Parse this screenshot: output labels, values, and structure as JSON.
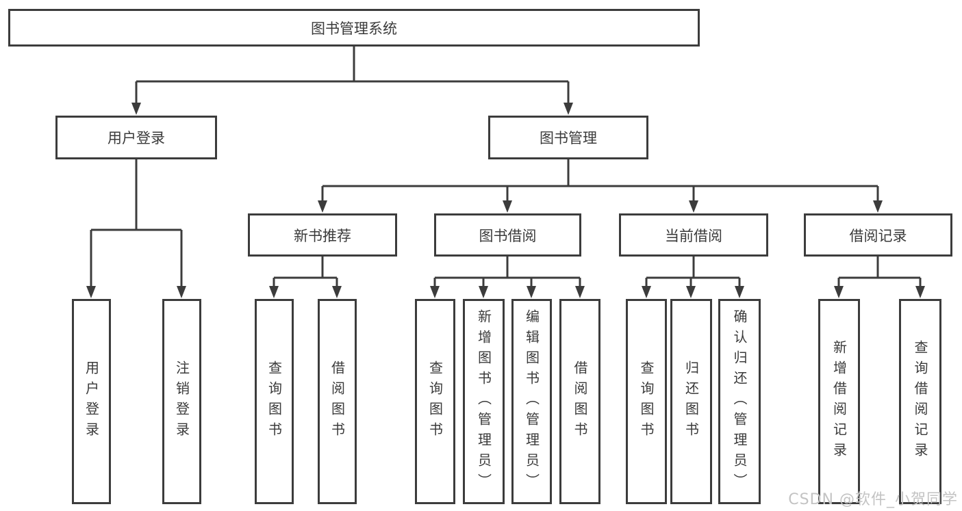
{
  "diagram": {
    "watermark": "CSDN @软件_小贺同学",
    "colors": {
      "line": "#3c3c3c",
      "text": "#3a3a3a",
      "watermark_text": "#c3c3c3",
      "background": "#ffffff"
    },
    "tree": {
      "label": "图书管理系统",
      "children": [
        {
          "label": "用户登录",
          "children": [
            {
              "label": "用户登录"
            },
            {
              "label": "注销登录"
            }
          ]
        },
        {
          "label": "图书管理",
          "children": [
            {
              "label": "新书推荐",
              "children": [
                {
                  "label": "查询图书"
                },
                {
                  "label": "借阅图书"
                }
              ]
            },
            {
              "label": "图书借阅",
              "children": [
                {
                  "label": "查询图书"
                },
                {
                  "label": "新增图书（管理员）"
                },
                {
                  "label": "编辑图书（管理员）"
                },
                {
                  "label": "借阅图书"
                }
              ]
            },
            {
              "label": "当前借阅",
              "children": [
                {
                  "label": "查询图书"
                },
                {
                  "label": "归还图书"
                },
                {
                  "label": "确认归还（管理员）"
                }
              ]
            },
            {
              "label": "借阅记录",
              "children": [
                {
                  "label": "新增借阅记录"
                },
                {
                  "label": "查询借阅记录"
                }
              ]
            }
          ]
        }
      ]
    }
  }
}
